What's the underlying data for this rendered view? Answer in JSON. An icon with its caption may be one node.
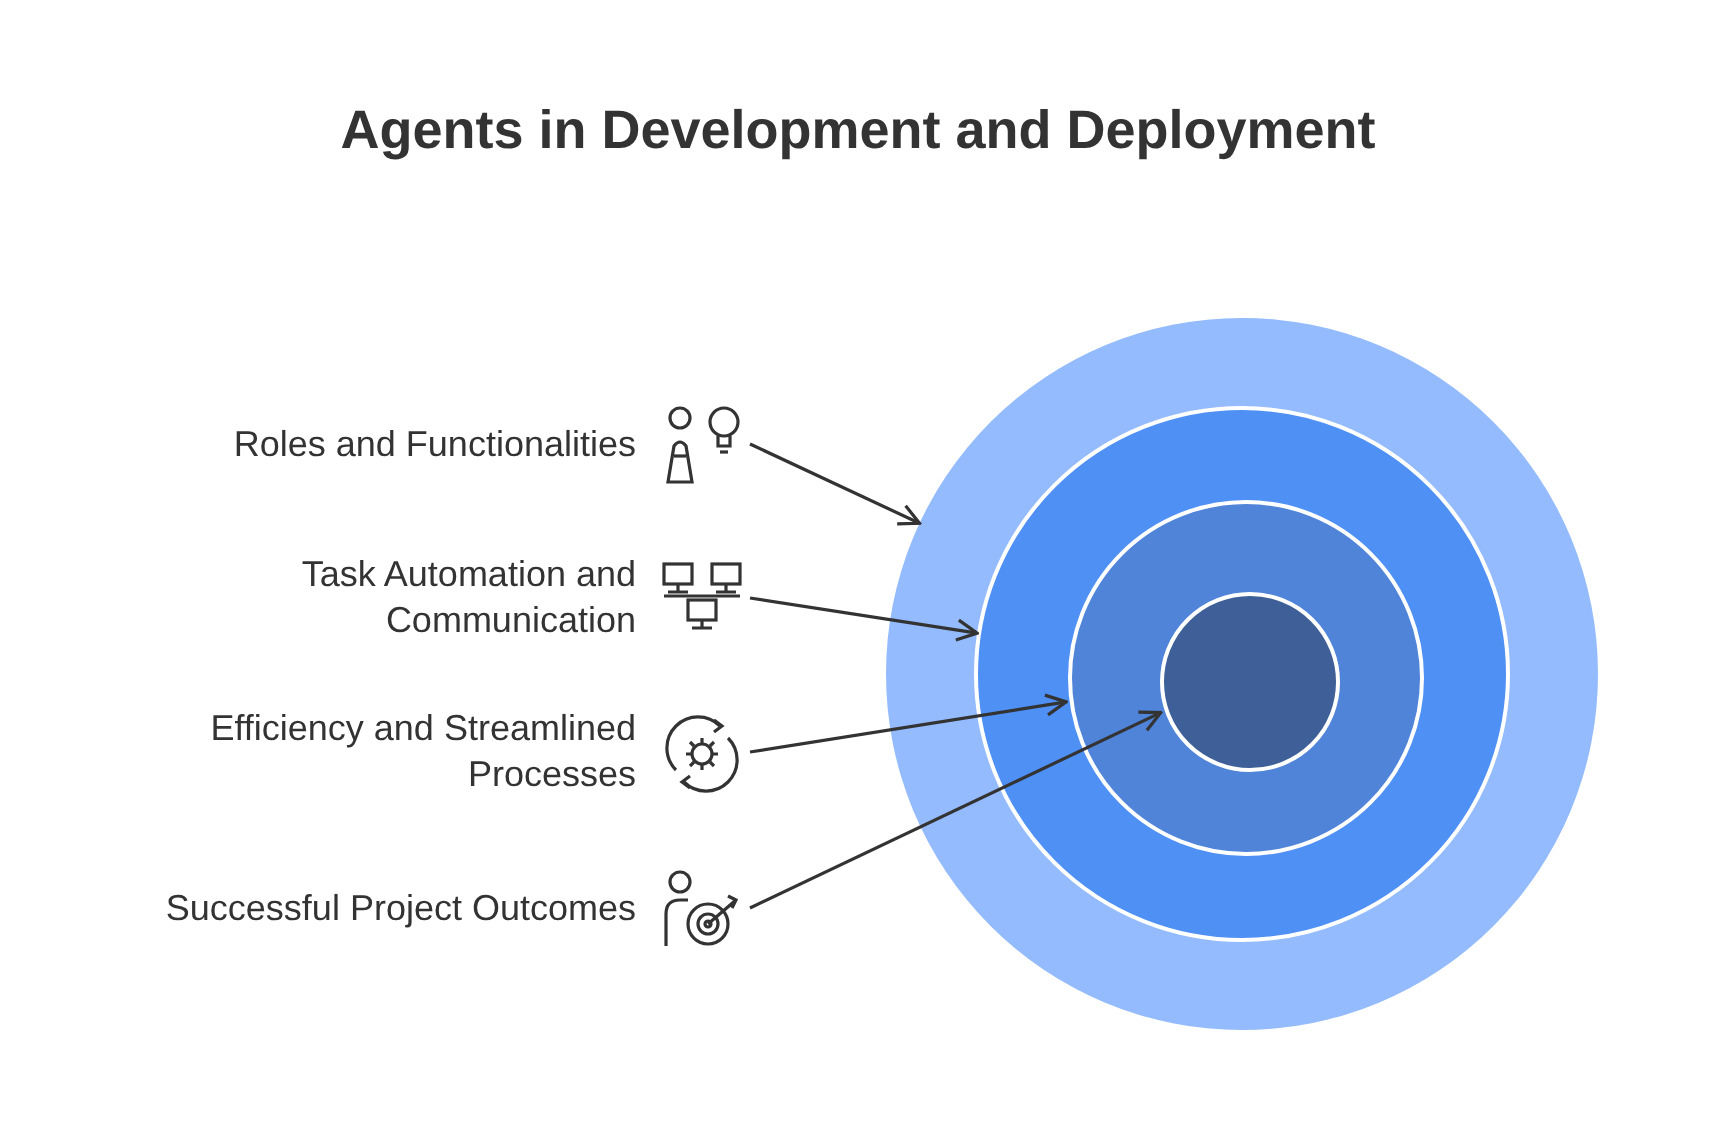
{
  "diagram": {
    "title": "Agents in Development and Deployment",
    "nodes": [
      {
        "text": [
          "Roles and Functionalities"
        ]
      },
      {
        "text": [
          "Task Automation and Communication"
        ]
      },
      {
        "text": [
          "Efficiency and Streamlined Processes"
        ]
      },
      {
        "text": [
          "Successful Project Outcomes"
        ]
      },
      {
        "text": [],
        "shape": "circle"
      },
      {
        "text": [],
        "shape": "circle",
        "in": 4
      },
      {
        "text": [],
        "shape": "circle",
        "in": 5
      },
      {
        "text": [],
        "shape": "circle",
        "in": 6
      }
    ],
    "edges": [
      {
        "from": 0,
        "to": 4,
        "arrow": "to"
      },
      {
        "from": 1,
        "to": 5,
        "arrow": "to"
      },
      {
        "from": 2,
        "to": 6,
        "arrow": "to"
      },
      {
        "from": 3,
        "to": 7,
        "arrow": "to"
      }
    ]
  }
}
